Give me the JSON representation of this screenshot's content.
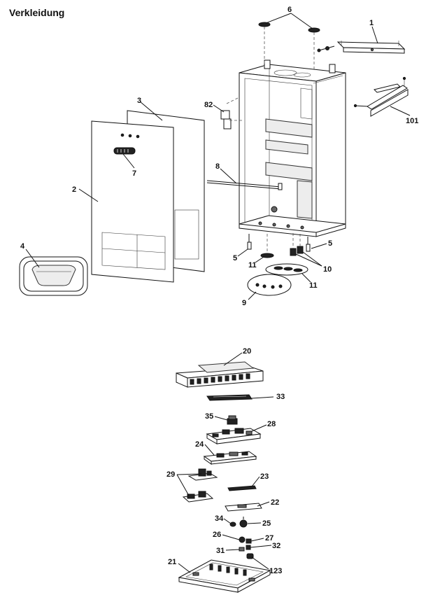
{
  "title": "Verkleidung",
  "labels": {
    "l1": "1",
    "l2": "2",
    "l3": "3",
    "l4": "4",
    "l5a": "5",
    "l5b": "5",
    "l6": "6",
    "l7": "7",
    "l8": "8",
    "l9": "9",
    "l10": "10",
    "l11a": "11",
    "l11b": "11",
    "l82": "82",
    "l101": "101",
    "l20": "20",
    "l21": "21",
    "l22": "22",
    "l23": "23",
    "l24": "24",
    "l25": "25",
    "l26": "26",
    "l27": "27",
    "l28": "28",
    "l29": "29",
    "l31": "31",
    "l32": "32",
    "l33": "33",
    "l34": "34",
    "l35": "35",
    "l123": "123"
  }
}
